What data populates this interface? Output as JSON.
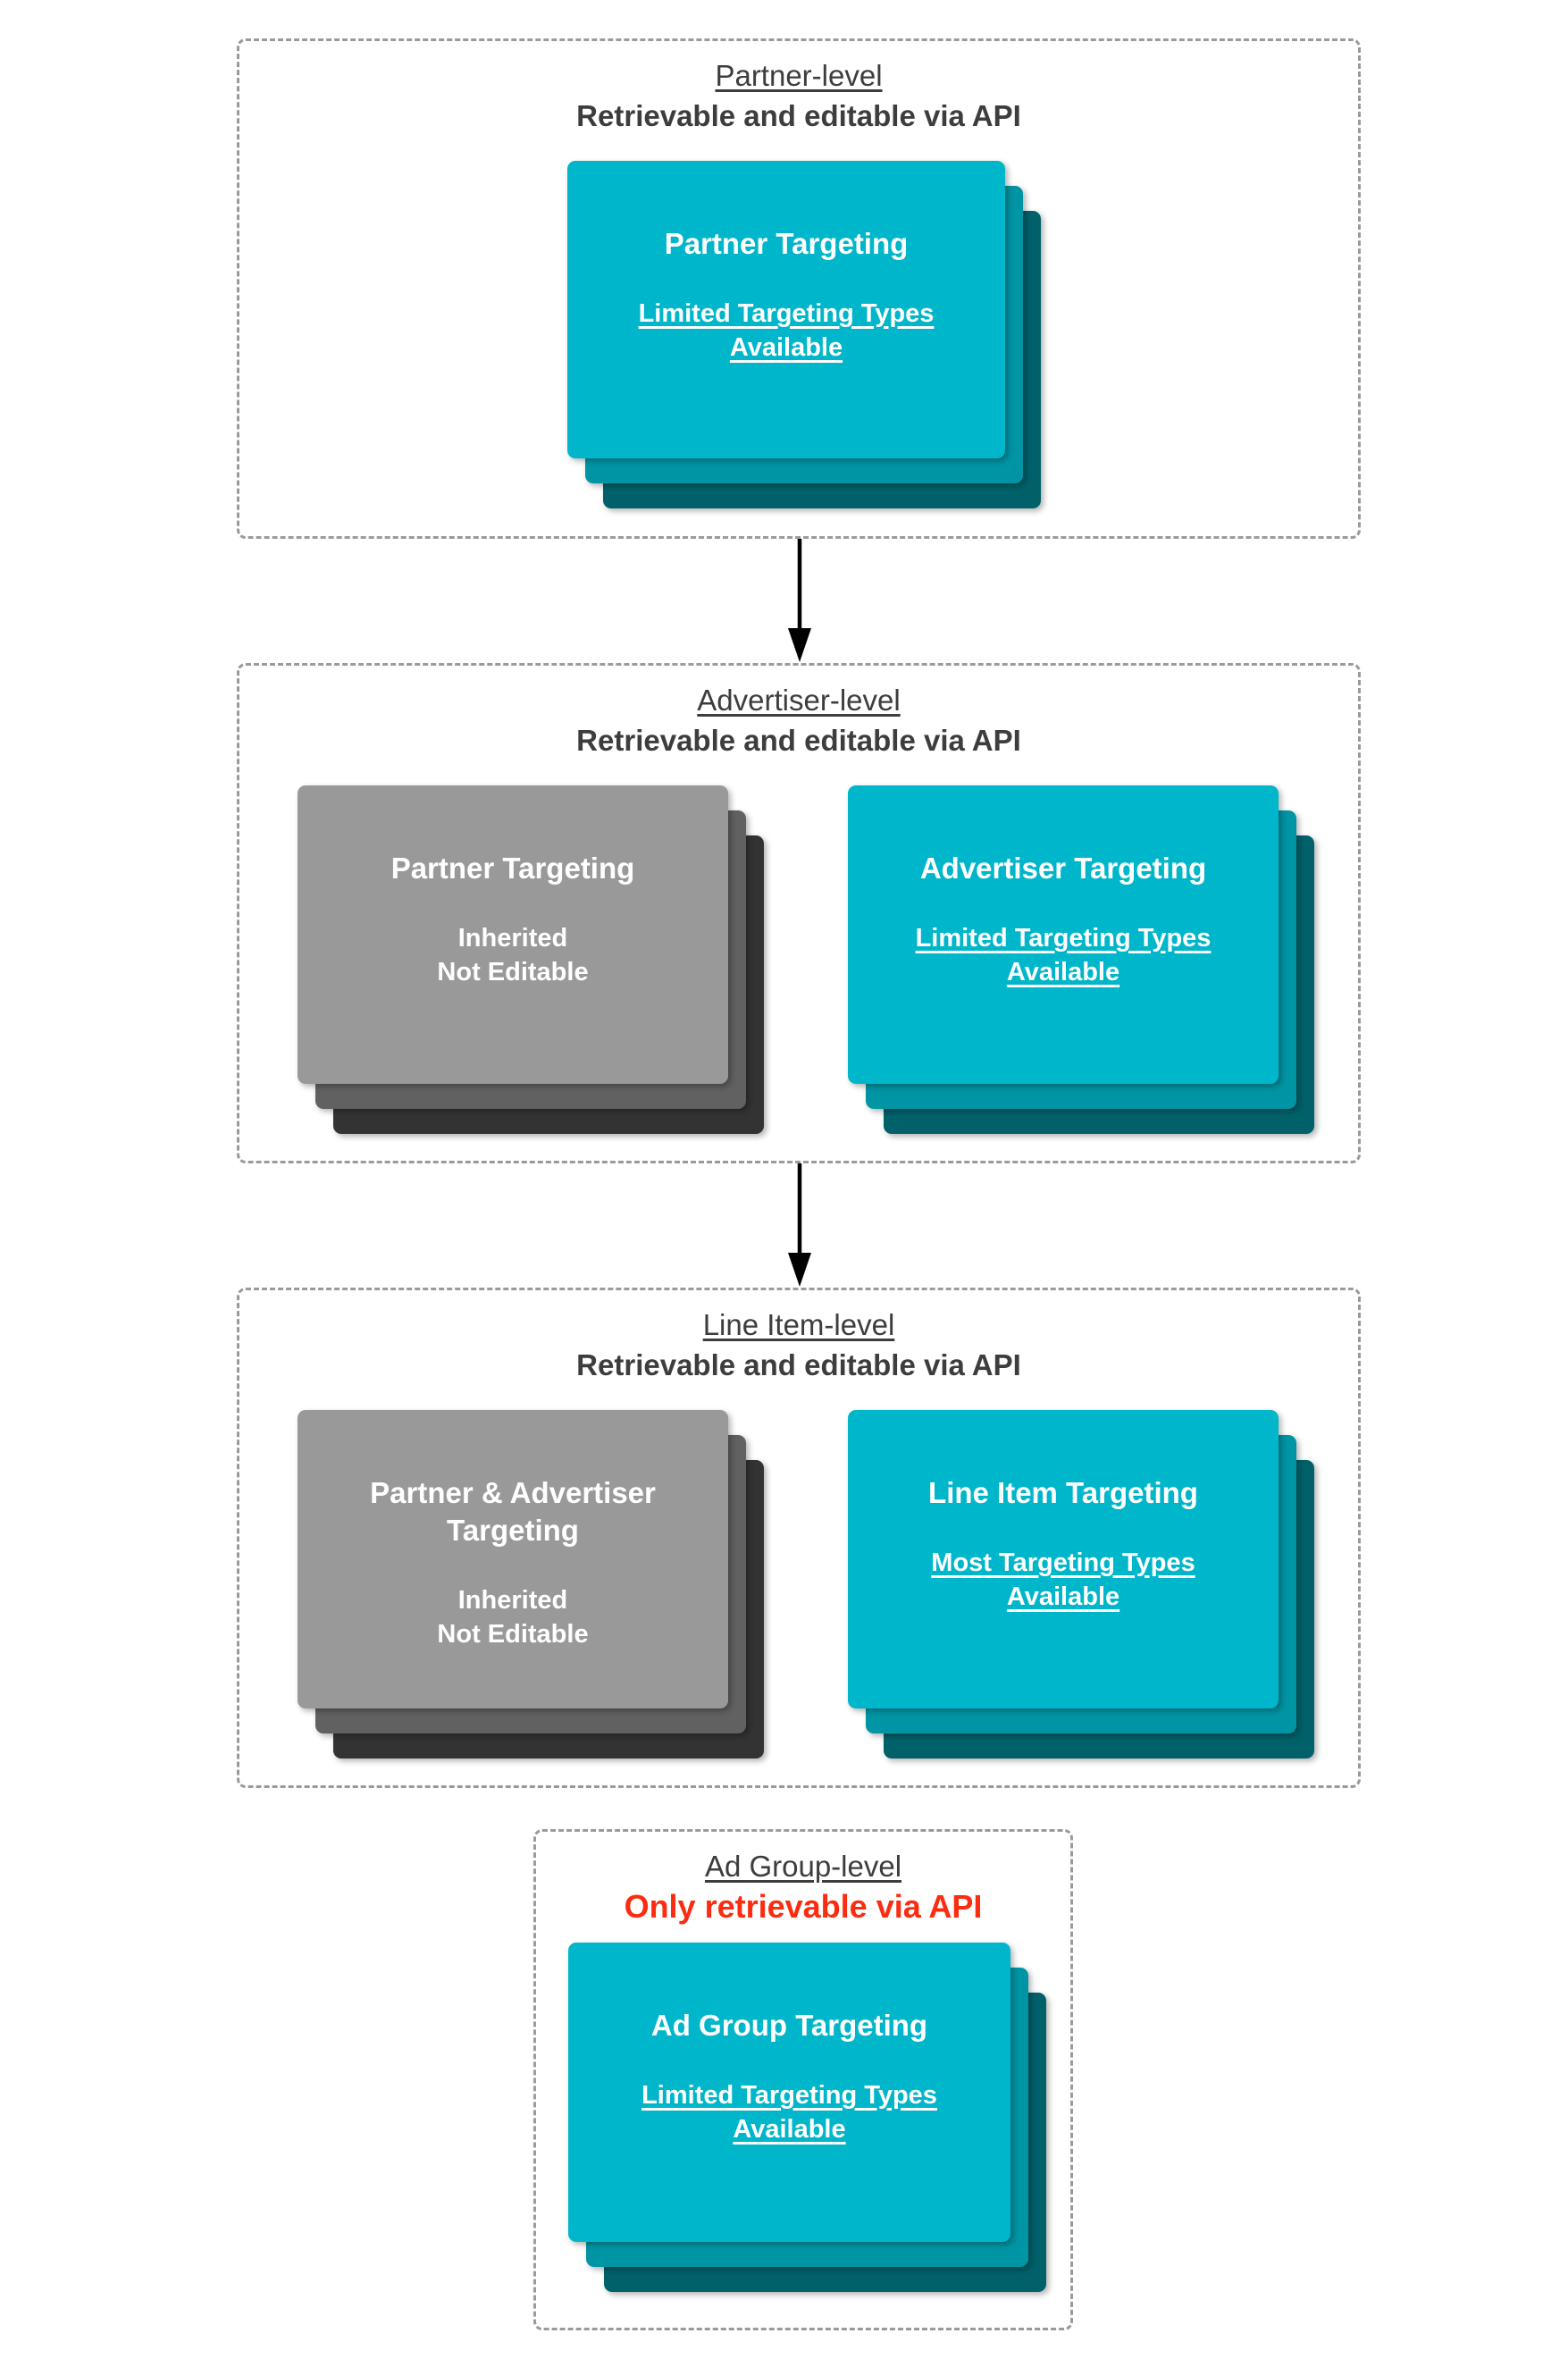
{
  "colors": {
    "teal_front": "#00b6ca",
    "teal_mid": "#0095a4",
    "teal_back": "#00616a",
    "gray_front": "#999999",
    "gray_mid": "#616161",
    "gray_back": "#333333",
    "heading_text": "#3d3d3d",
    "red_text": "#fb2c10",
    "card_text": "#ffffff",
    "dashed_border": "#9a9a9a",
    "arrow": "#000000"
  },
  "sections": [
    {
      "level": "partner",
      "title": "Partner-level",
      "subtitle": "Retrievable and editable via API",
      "cards": [
        {
          "style": "teal",
          "title": "Partner Targeting",
          "note": "Limited Targeting Types\nAvailable",
          "note_underlined": true
        }
      ]
    },
    {
      "level": "advertiser",
      "title": "Advertiser-level",
      "subtitle": "Retrievable and editable via API",
      "cards": [
        {
          "style": "gray",
          "title": "Partner Targeting",
          "note": "Inherited\nNot Editable",
          "note_underlined": false
        },
        {
          "style": "teal",
          "title": "Advertiser Targeting",
          "note": "Limited Targeting Types\nAvailable",
          "note_underlined": true
        }
      ]
    },
    {
      "level": "line-item",
      "title": "Line Item-level",
      "subtitle": "Retrievable and editable via API",
      "cards": [
        {
          "style": "gray",
          "title": "Partner & Advertiser\nTargeting",
          "note": "Inherited\nNot Editable",
          "note_underlined": false
        },
        {
          "style": "teal",
          "title": "Line Item Targeting",
          "note": "Most Targeting Types\nAvailable",
          "note_underlined": true
        }
      ]
    },
    {
      "level": "ad-group",
      "title": "Ad Group-level",
      "subtitle": "Only retrievable via API",
      "subtitle_style": "red",
      "cards": [
        {
          "style": "teal",
          "title": "Ad Group Targeting",
          "note": "Limited Targeting Types\nAvailable",
          "note_underlined": true
        }
      ]
    }
  ],
  "arrows": [
    {
      "name": "partner-to-advertiser"
    },
    {
      "name": "advertiser-to-line-item"
    }
  ]
}
